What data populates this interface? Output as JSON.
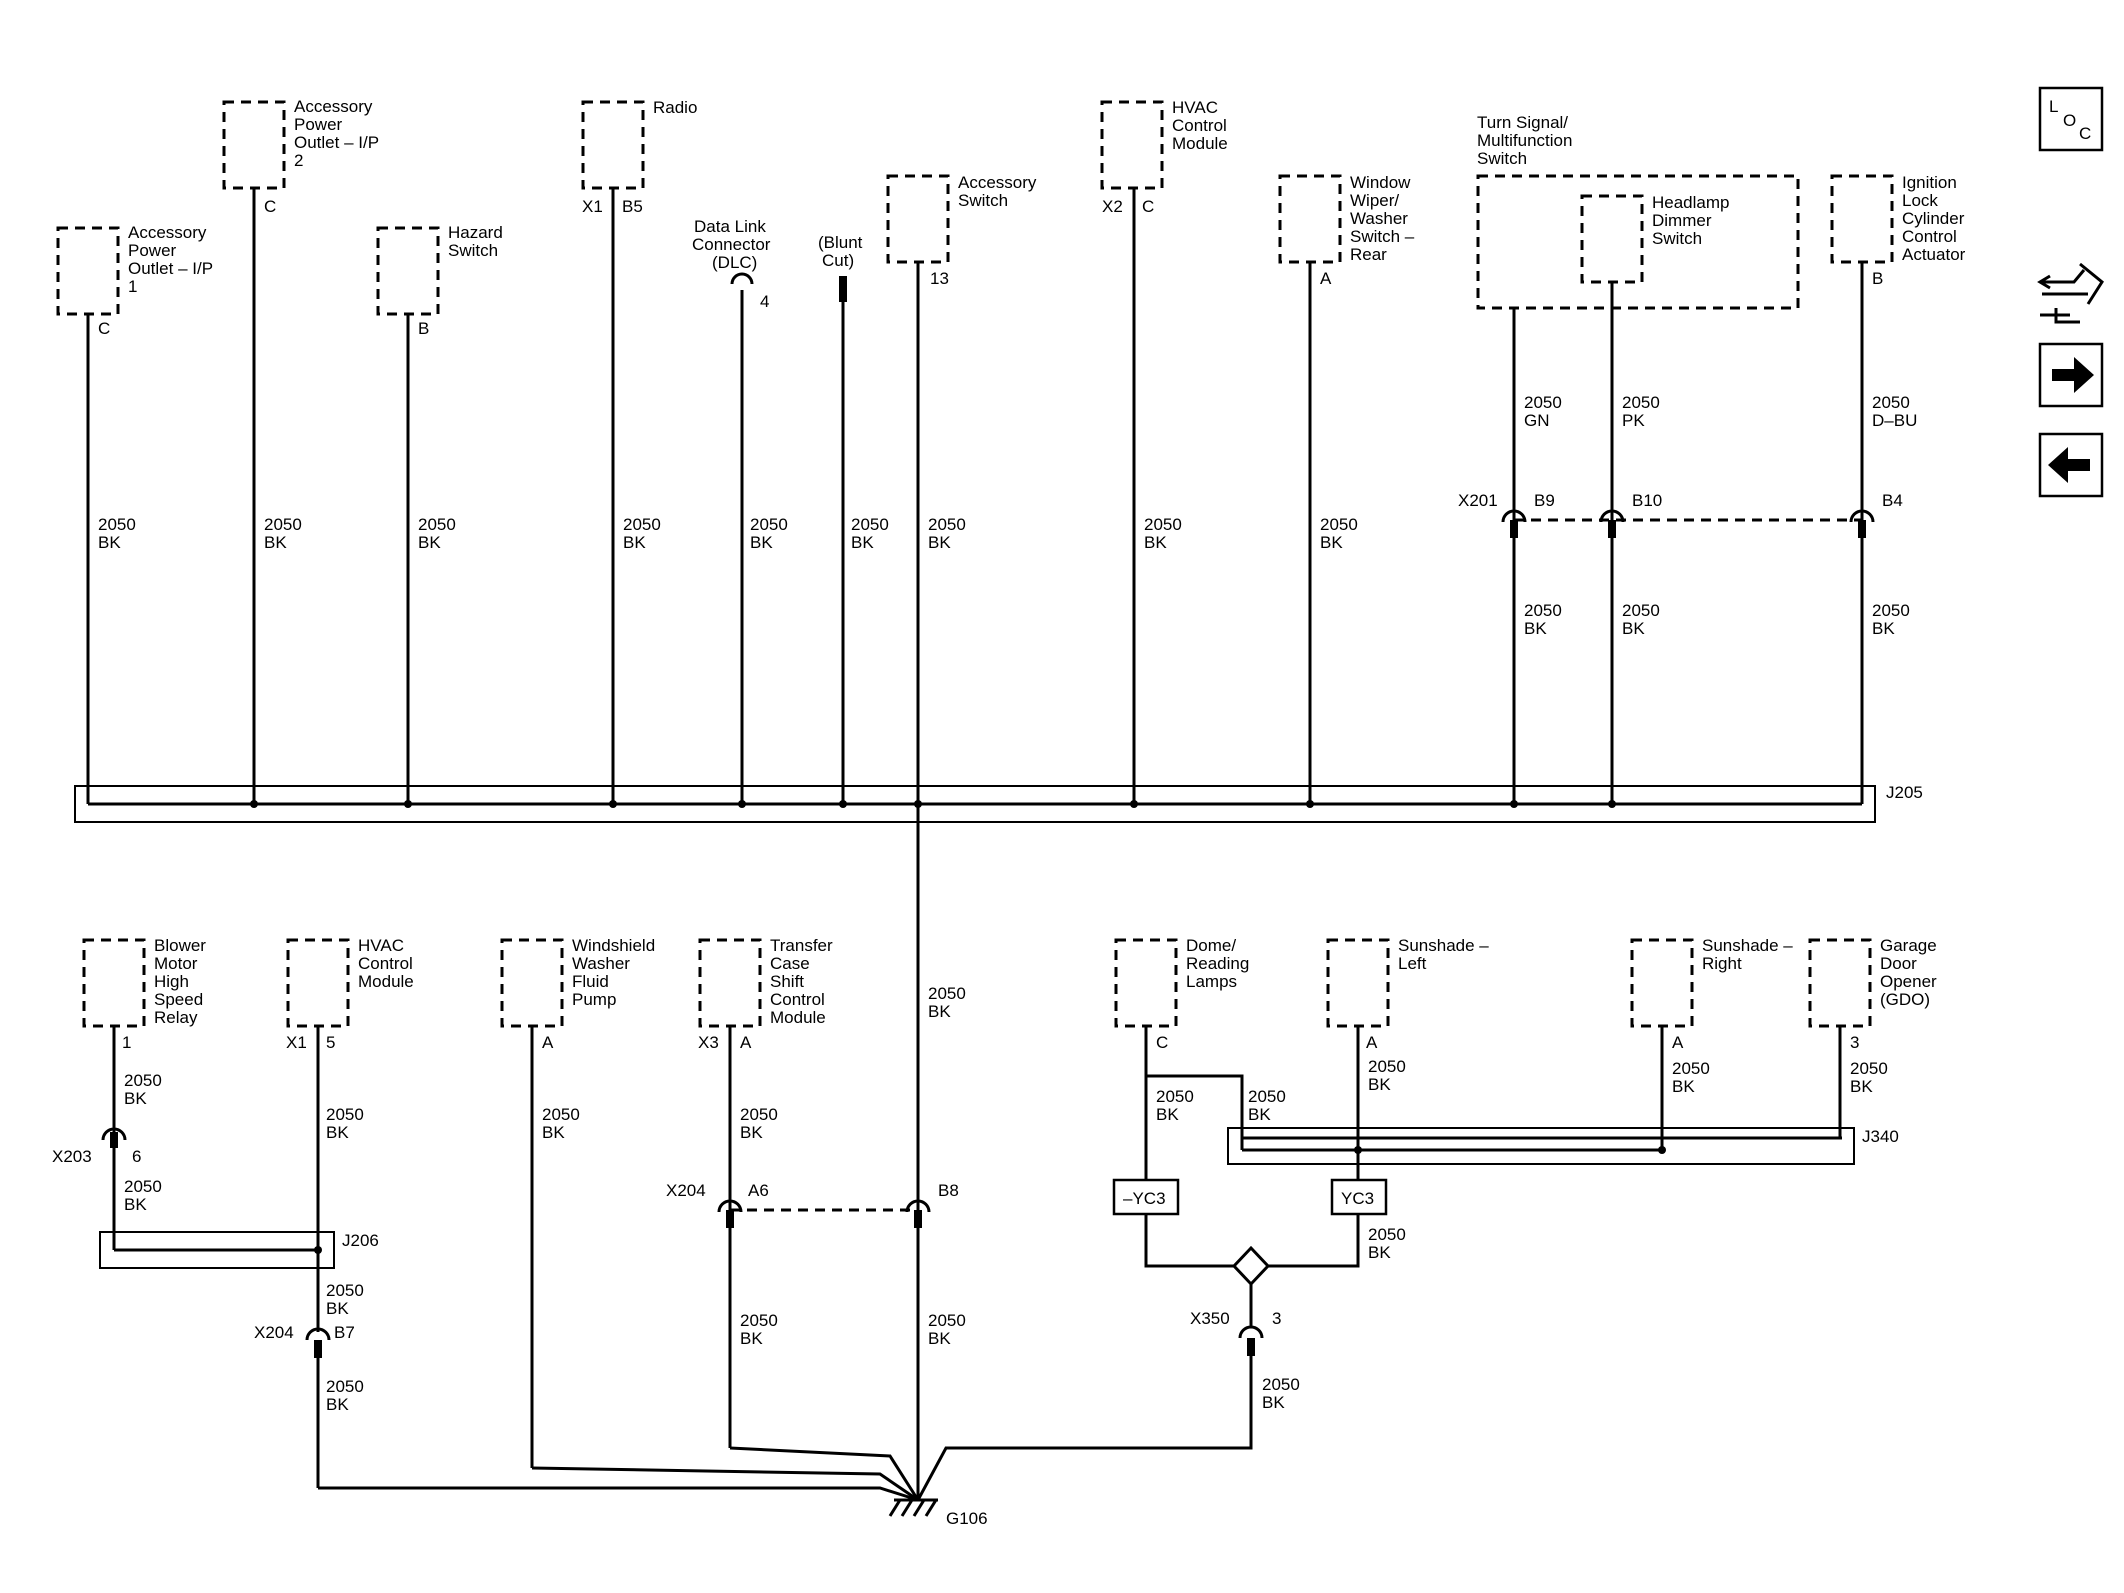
{
  "nav": {
    "loc_l": "L",
    "loc_o": "O",
    "loc_c": "C"
  },
  "components": {
    "acc_outlet_1": [
      "Accessory",
      "Power",
      "Outlet – I/P",
      "1"
    ],
    "acc_outlet_2": [
      "Accessory",
      "Power",
      "Outlet – I/P",
      "2"
    ],
    "hazard": [
      "Hazard",
      "Switch"
    ],
    "radio": [
      "Radio"
    ],
    "dlc": [
      "Data Link",
      "Connector",
      "(DLC)"
    ],
    "blunt": [
      "(Blunt",
      "Cut)"
    ],
    "acc_switch": [
      "Accessory",
      "Switch"
    ],
    "hvac_top": [
      "HVAC",
      "Control",
      "Module"
    ],
    "wiper": [
      "Window",
      "Wiper/",
      "Washer",
      "Switch –",
      "Rear"
    ],
    "turn_signal": [
      "Turn Signal/",
      "Multifunction",
      "Switch"
    ],
    "headlamp": [
      "Headlamp",
      "Dimmer",
      "Switch"
    ],
    "ignition": [
      "Ignition",
      "Lock",
      "Cylinder",
      "Control",
      "Actuator"
    ],
    "blower": [
      "Blower",
      "Motor",
      "High",
      "Speed",
      "Relay"
    ],
    "hvac_bottom": [
      "HVAC",
      "Control",
      "Module"
    ],
    "washer_pump": [
      "Windshield",
      "Washer",
      "Fluid",
      "Pump"
    ],
    "transfer_case": [
      "Transfer",
      "Case",
      "Shift",
      "Control",
      "Module"
    ],
    "dome": [
      "Dome/",
      "Reading",
      "Lamps"
    ],
    "sunshade_left": [
      "Sunshade –",
      "Left"
    ],
    "sunshade_right": [
      "Sunshade –",
      "Right"
    ],
    "garage": [
      "Garage",
      "Door",
      "Opener",
      "(GDO)"
    ]
  },
  "pins": {
    "acc1": "C",
    "acc2": "C",
    "hazard": "B",
    "radio_conn": "X1",
    "radio_pin": "B5",
    "dlc": "4",
    "acc_switch": "13",
    "hvac_conn": "X2",
    "hvac_pin": "C",
    "wiper": "A",
    "ignition": "B",
    "blower": "1",
    "hvac_b_conn": "X1",
    "hvac_b_pin": "5",
    "washer": "A",
    "tc_conn": "X3",
    "tc_pin": "A",
    "dome": "C",
    "ssl": "A",
    "ssr": "A",
    "gdo": "3"
  },
  "connectors": {
    "x201": "X201",
    "b9": "B9",
    "b10": "B10",
    "b4": "B4",
    "x203": "X203",
    "x203_pin": "6",
    "x204a": "X204",
    "a6": "A6",
    "b8": "B8",
    "x204b": "X204",
    "b7": "B7",
    "x350": "X350",
    "x350_pin": "3"
  },
  "splices": {
    "j205": "J205",
    "j206": "J206",
    "j340": "J340"
  },
  "inline_options": {
    "yc3_not": "–YC3",
    "yc3": "YC3"
  },
  "ground": "G106",
  "wire_circuit": "2050",
  "wire_colors": {
    "bk": "BK",
    "gn": "GN",
    "pk": "PK",
    "dbu": "D–BU"
  }
}
